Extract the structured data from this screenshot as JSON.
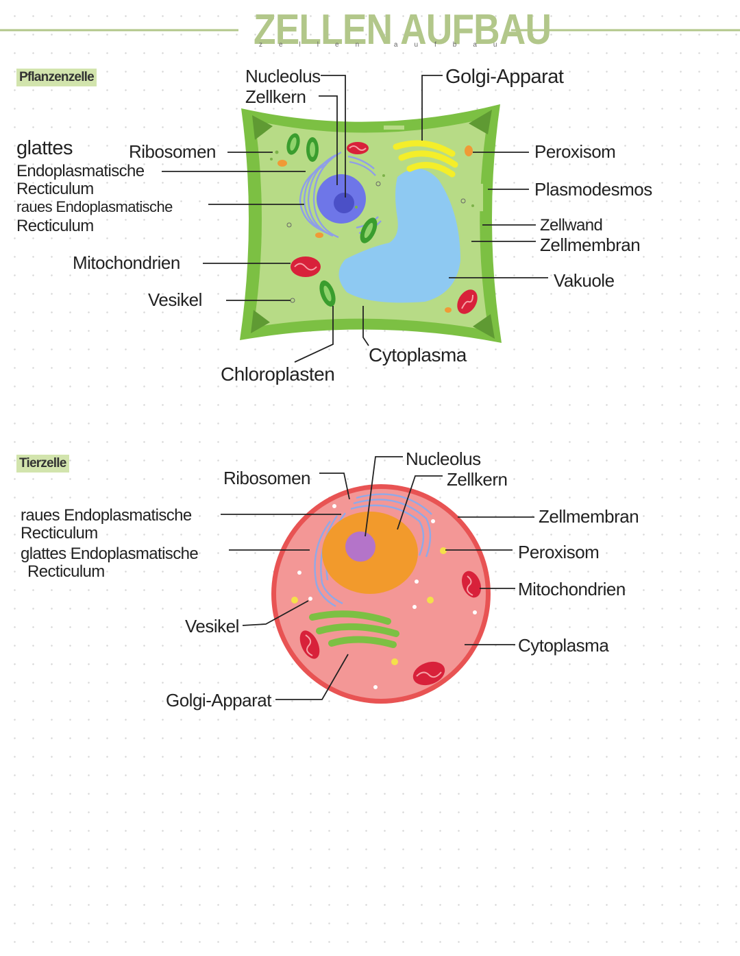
{
  "header": {
    "title": "ZELLEN AUFBAU",
    "subtitle": "zellen aufbau"
  },
  "plant": {
    "tag": "Pflanzenzelle",
    "labels": {
      "nucleolus": "Nucleolus",
      "zellkern": "Zellkern",
      "golgi": "Golgi-Apparat",
      "er_smooth_1": "glattes",
      "ribosomen": "Ribosomen",
      "er_smooth_2": "Endoplasmatische",
      "er_smooth_3": "Recticulum",
      "er_rough_1": "raues Endoplasmatische",
      "er_rough_2": "Recticulum",
      "mitochondrien": "Mitochondrien",
      "vesikel": "Vesikel",
      "peroxisom": "Peroxisom",
      "plasmodesmos": "Plasmodesmos",
      "zellwand": "Zellwand",
      "zellmembran": "Zellmembran",
      "vakuole": "Vakuole",
      "chloroplasten": "Chloroplasten",
      "cytoplasma": "Cytoplasma"
    }
  },
  "animal": {
    "tag": "Tierzelle",
    "labels": {
      "nucleolus": "Nucleolus",
      "zellkern": "Zellkern",
      "ribosomen": "Ribosomen",
      "er_rough_1": "raues Endoplasmatische",
      "er_rough_2": "Recticulum",
      "er_smooth_1": "glattes Endoplasmatische",
      "er_smooth_2": "Recticulum",
      "zellmembran": "Zellmembran",
      "peroxisom": "Peroxisom",
      "mitochondrien": "Mitochondrien",
      "cytoplasma": "Cytoplasma",
      "vesikel": "Vesikel",
      "golgi": "Golgi-Apparat"
    }
  },
  "colors": {
    "title": "#b2c78a",
    "tag_bg": "#d2e4ad",
    "cell_wall": "#7cc043",
    "plant_cytoplasm": "#b7db86",
    "vacuole": "#8ec9f2",
    "nucleus_plant": "#6e76e8",
    "animal_membrane": "#e85353",
    "animal_cytoplasm": "#f39796",
    "animal_nucleus": "#f29a2c",
    "animal_nucleolus": "#b474c9",
    "mitochondria": "#d8213a",
    "golgi_plant": "#f4ee2a",
    "golgi_animal": "#7cc043",
    "er": "#8f9ee8"
  }
}
